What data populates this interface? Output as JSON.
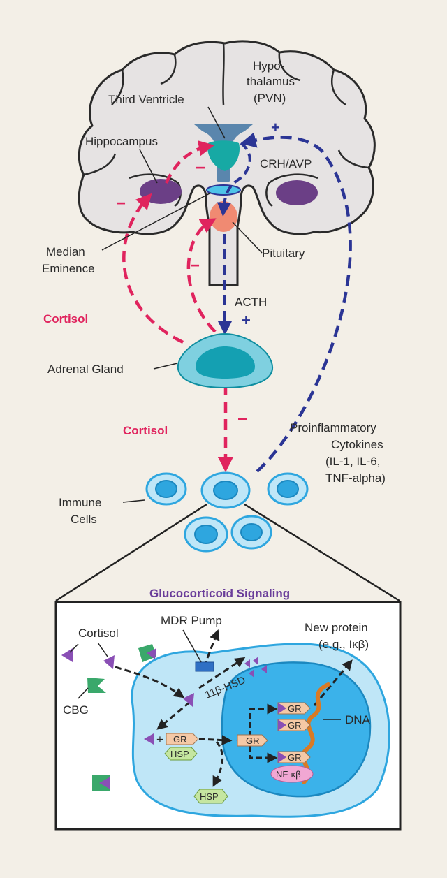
{
  "labels": {
    "hypothalamus_1": "Hypo-",
    "hypothalamus_2": "thalamus",
    "hypothalamus_3": "(PVN)",
    "third_ventricle": "Third Ventricle",
    "hippocampus": "Hippocampus",
    "crh_avp": "CRH/AVP",
    "median_eminence_1": "Median",
    "median_eminence_2": "Eminence",
    "pituitary": "Pituitary",
    "acth": "ACTH",
    "cortisol_upper": "Cortisol",
    "adrenal_gland": "Adrenal Gland",
    "cortisol_lower": "Cortisol",
    "cytokines_1": "Proinflammatory",
    "cytokines_2": "Cytokines",
    "cytokines_3": "(IL-1, IL-6,",
    "cytokines_4": "TNF-alpha)",
    "immune_cells_1": "Immune",
    "immune_cells_2": "Cells",
    "gc_signaling_title": "Glucocorticoid Signaling",
    "cortisol_inset": "Cortisol",
    "mdr_pump": "MDR Pump",
    "new_protein_1": "New protein",
    "new_protein_2": "(e.g., Iκβ)",
    "hsd": "11β-HSD",
    "cbg": "CBG",
    "dna": "DNA",
    "gr": "GR",
    "hsp": "HSP",
    "nfkb": "NF-κβ"
  },
  "signs": {
    "plus": "+",
    "minus": "−"
  },
  "colors": {
    "background": "#f3efe7",
    "brain_fill": "#e6e3e3",
    "inhibitory": "#e0245e",
    "stimulatory": "#2b3595",
    "hippocampus_fill": "#6b3f86",
    "pituitary_fill": "#f08a72",
    "adrenal_outer": "#7fd0e0",
    "adrenal_inner": "#14a0b2",
    "immune_cell": "#2ea6df",
    "cell_fill": "#bfe6f7",
    "nucleus_fill": "#3bb2ea",
    "gr_fill": "#f5c9a6",
    "hsp_fill": "#c5e6a0",
    "nfkb_fill": "#f1a7d3",
    "dna": "#d97a24",
    "cortisol_triangle": "#8a4fb5",
    "cbg": "#3aa86b"
  },
  "icons": [
    "cortisol-triangle-icon",
    "cbg-icon",
    "mdr-pump-icon",
    "dna-helix-icon"
  ]
}
